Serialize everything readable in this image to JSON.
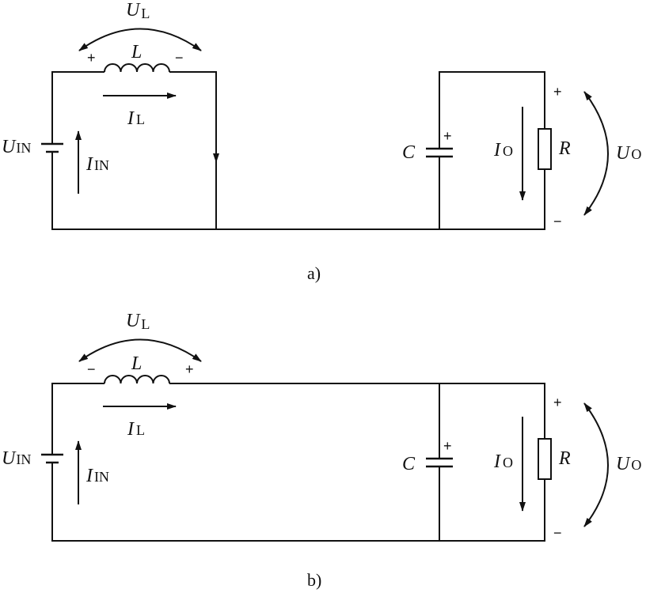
{
  "circuits": [
    {
      "caption": "a)",
      "inductor": {
        "label": "L",
        "voltage_symbol": "U",
        "voltage_sub": "L",
        "polarity_left": "+",
        "polarity_right": "−",
        "current_symbol": "I",
        "current_sub": "L"
      },
      "source": {
        "symbol": "U",
        "sub": "IN",
        "current_symbol": "I",
        "current_sub": "IN"
      },
      "capacitor": {
        "label": "C",
        "polarity": "+"
      },
      "load": {
        "resistor_label": "R",
        "current_symbol": "I",
        "current_sub": "O",
        "voltage_symbol": "U",
        "voltage_sub": "O",
        "plus": "+",
        "minus": "−"
      }
    },
    {
      "caption": "b)",
      "inductor": {
        "label": "L",
        "voltage_symbol": "U",
        "voltage_sub": "L",
        "polarity_left": "−",
        "polarity_right": "+",
        "current_symbol": "I",
        "current_sub": "L"
      },
      "source": {
        "symbol": "U",
        "sub": "IN",
        "current_symbol": "I",
        "current_sub": "IN"
      },
      "capacitor": {
        "label": "C",
        "polarity": "+"
      },
      "load": {
        "resistor_label": "R",
        "current_symbol": "I",
        "current_sub": "O",
        "voltage_symbol": "U",
        "voltage_sub": "O",
        "plus": "+",
        "minus": "−"
      }
    }
  ]
}
